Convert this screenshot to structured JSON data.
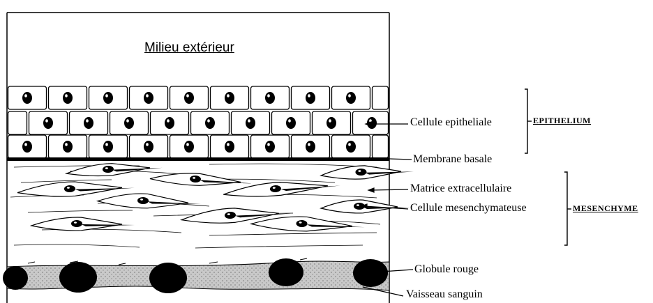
{
  "title": "Milieu extérieur",
  "labels": {
    "cellule_epitheliale": "Cellule epitheliale",
    "membrane_basale": "Membrane basale",
    "matrice_extracellulaire": "Matrice extracellulaire",
    "cellule_mesenchymateuse": "Cellule mesenchymateuse",
    "globule_rouge": "Globule rouge",
    "vaisseau_sanguin": "Vaisseau sanguin"
  },
  "groups": {
    "epithelium": "EPITHELIUM",
    "mesenchyme": "MESENCHYME"
  },
  "colors": {
    "stroke": "#000000",
    "nucleus": "#000000",
    "vessel_fill": "#bdbdbd"
  }
}
